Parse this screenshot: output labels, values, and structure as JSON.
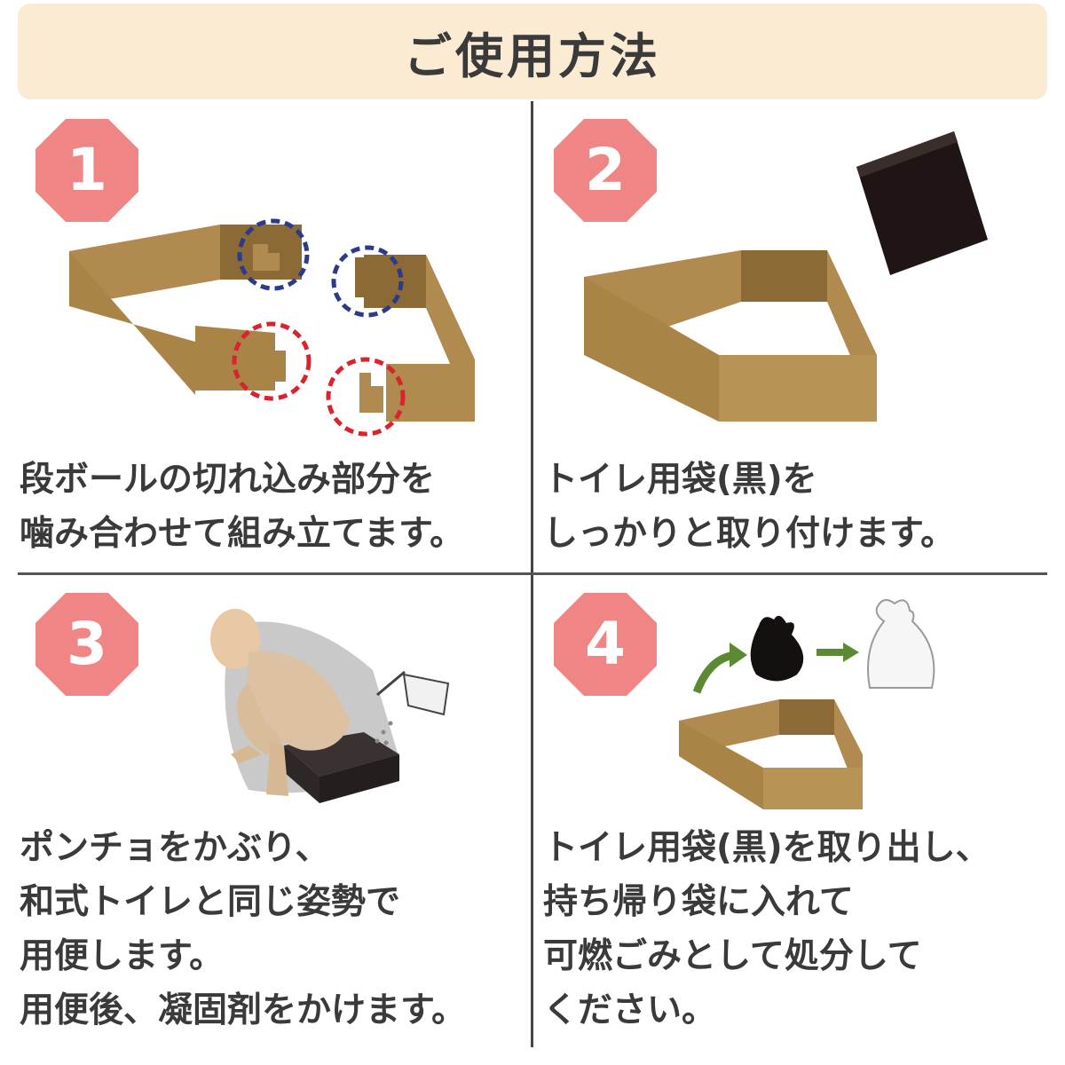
{
  "header": {
    "title": "ご使用方法"
  },
  "colors": {
    "badge": "#f08585",
    "header_bg": "#fbebd3",
    "cardboard": "#b08a4e",
    "cardboard_dark": "#8c6a35",
    "blue_dash": "#2c3a8c",
    "red_dash": "#d9232e",
    "green_arrow": "#5b8a32"
  },
  "steps": [
    {
      "number": "1",
      "lines": [
        "段ボールの切れ込み部分を",
        "噛み合わせて組み立てます。"
      ]
    },
    {
      "number": "2",
      "lines": [
        "トイレ用袋(黒)を",
        "しっかりと取り付けます。"
      ]
    },
    {
      "number": "3",
      "lines": [
        "ポンチョをかぶり、",
        "和式トイレと同じ姿勢で",
        "用便します。",
        "用便後、凝固剤をかけます。"
      ]
    },
    {
      "number": "4",
      "lines": [
        "トイレ用袋(黒)を取り出し、",
        "持ち帰り袋に入れて",
        "可燃ごみとして処分して",
        "ください。"
      ]
    }
  ]
}
